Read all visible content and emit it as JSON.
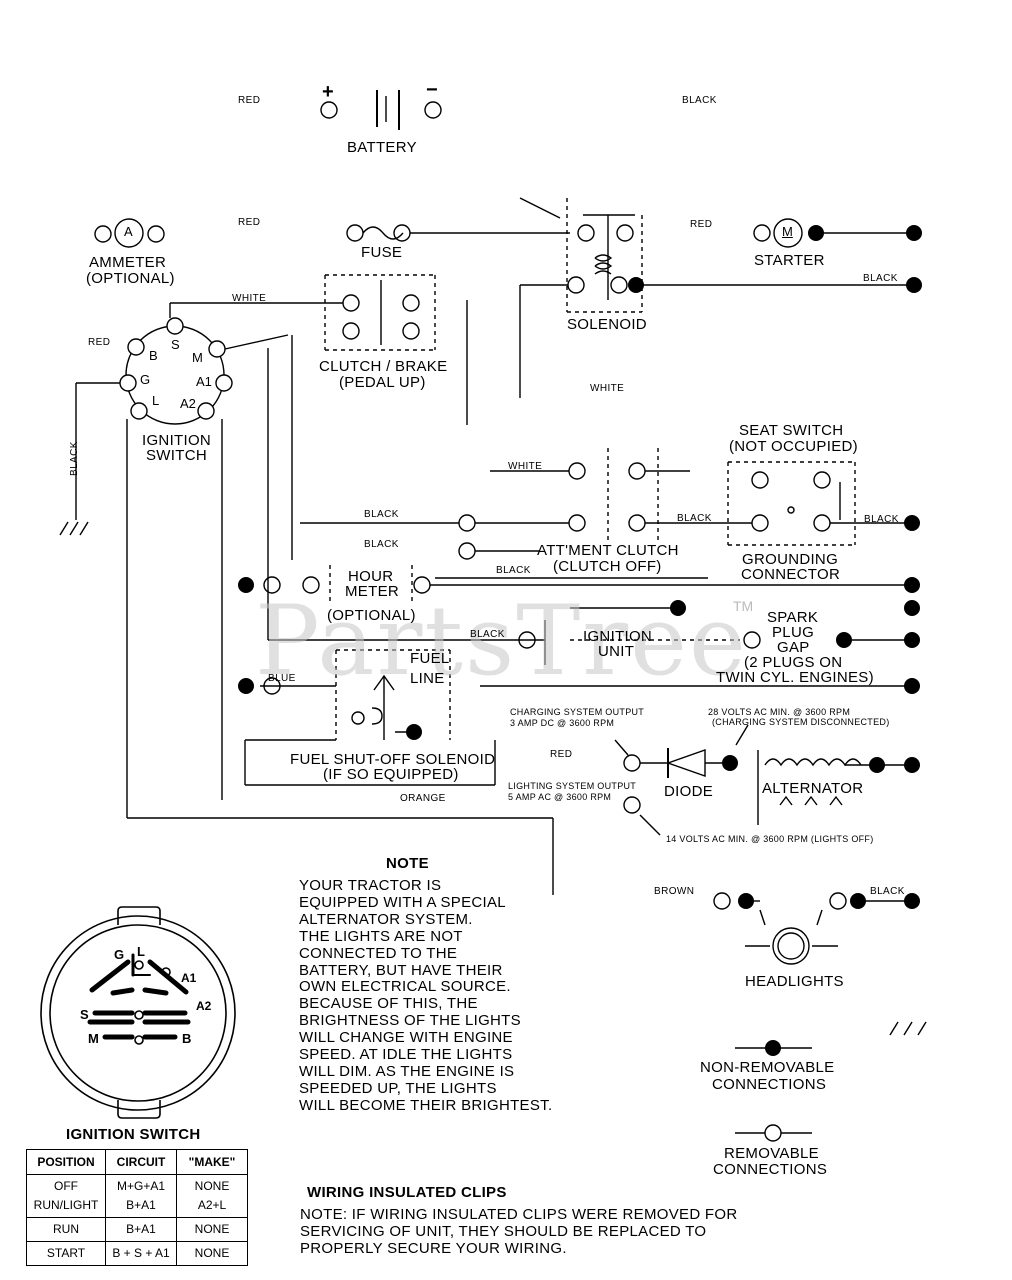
{
  "components": {
    "battery": "BATTERY",
    "battery_plus": "+",
    "battery_minus": "−",
    "ammeter": [
      "AMMETER",
      "(OPTIONAL)"
    ],
    "ammeter_letter": "A",
    "fuse": "FUSE",
    "starter": "STARTER",
    "starter_letter": "M",
    "solenoid": "SOLENOID",
    "clutch_brake": [
      "CLUTCH / BRAKE",
      "(PEDAL UP)"
    ],
    "ignition_switch": [
      "IGNITION",
      "SWITCH"
    ],
    "seat_switch": [
      "SEAT SWITCH",
      "(NOT OCCUPIED)"
    ],
    "attachment_clutch": [
      "ATT'MENT CLUTCH",
      "(CLUTCH OFF)"
    ],
    "grounding_connector": [
      "GROUNDING",
      "CONNECTOR"
    ],
    "hour_meter": [
      "HOUR",
      "METER",
      "(OPTIONAL)"
    ],
    "ignition_unit": [
      "IGNITION",
      "UNIT"
    ],
    "spark_plug": [
      "SPARK",
      "PLUG",
      "GAP",
      "(2 PLUGS ON",
      "TWIN CYL. ENGINES)"
    ],
    "fuel_line": [
      "FUEL",
      "LINE"
    ],
    "fuel_solenoid": [
      "FUEL SHUT-OFF SOLENOID",
      "(IF SO EQUIPPED)"
    ],
    "diode": "DIODE",
    "alternator": "ALTERNATOR",
    "headlights": "HEADLIGHTS"
  },
  "ignition_terminals": [
    "S",
    "B",
    "M",
    "G",
    "A1",
    "L",
    "A2"
  ],
  "wire_labels": {
    "red_battery": "RED",
    "black_battery": "BLACK",
    "red_fuse": "RED",
    "red_starter": "RED",
    "black_starter": "BLACK",
    "white_clutch": "WHITE",
    "red_ignition": "RED",
    "black_ground": "BLACK",
    "white_solenoid": "WHITE",
    "white_attclutch": "WHITE",
    "black_1": "BLACK",
    "black_2": "BLACK",
    "black_3": "BLACK",
    "black_seat_left": "BLACK",
    "black_seat_right": "BLACK",
    "black_ignunit": "BLACK",
    "blue": "BLUE",
    "orange": "ORANGE",
    "red_diode": "RED",
    "brown": "BROWN",
    "black_headlight": "BLACK"
  },
  "ratings": {
    "charging": [
      "CHARGING SYSTEM OUTPUT",
      "3 AMP DC @ 3600 RPM"
    ],
    "volts28": [
      "28 VOLTS AC MIN. @ 3600 RPM",
      "(CHARGING SYSTEM DISCONNECTED)"
    ],
    "lighting": [
      "LIGHTING SYSTEM OUTPUT",
      "5 AMP AC @ 3600 RPM"
    ],
    "volts14": "14 VOLTS AC MIN. @ 3600 RPM (LIGHTS OFF)"
  },
  "note": {
    "title": "NOTE",
    "lines": [
      "YOUR TRACTOR IS",
      "EQUIPPED WITH A SPECIAL",
      "ALTERNATOR SYSTEM.",
      "THE LIGHTS ARE NOT",
      "CONNECTED TO THE",
      "BATTERY, BUT HAVE THEIR",
      "OWN ELECTRICAL SOURCE.",
      "BECAUSE OF THIS, THE",
      "BRIGHTNESS OF THE LIGHTS",
      "WILL CHANGE WITH ENGINE",
      "SPEED.  AT IDLE THE LIGHTS",
      "WILL DIM.  AS THE ENGINE IS",
      "SPEEDED UP, THE LIGHTS",
      "WILL BECOME THEIR BRIGHTEST."
    ]
  },
  "legend": {
    "non_removable": [
      "NON-REMOVABLE",
      "CONNECTIONS"
    ],
    "removable": [
      "REMOVABLE",
      "CONNECTIONS"
    ]
  },
  "switch_diagram": {
    "title": "IGNITION SWITCH",
    "letters": [
      "G",
      "L",
      "A1",
      "A2",
      "S",
      "M",
      "B"
    ]
  },
  "ignition_table": {
    "headers": [
      "POSITION",
      "CIRCUIT",
      "\"MAKE\""
    ],
    "rows": [
      [
        "OFF",
        "M+G+A1",
        "NONE"
      ],
      [
        "RUN/LIGHT",
        "B+A1",
        "A2+L"
      ],
      [
        "RUN",
        "B+A1",
        "NONE"
      ],
      [
        "START",
        "B + S + A1",
        "NONE"
      ]
    ]
  },
  "clips": {
    "title": "WIRING INSULATED CLIPS",
    "lines": [
      "NOTE: IF WIRING INSULATED CLIPS WERE REMOVED FOR",
      "SERVICING OF UNIT, THEY SHOULD BE REPLACED TO",
      "PROPERLY SECURE YOUR WIRING."
    ]
  },
  "watermark": "PartsTree",
  "watermark_tm": "TM"
}
